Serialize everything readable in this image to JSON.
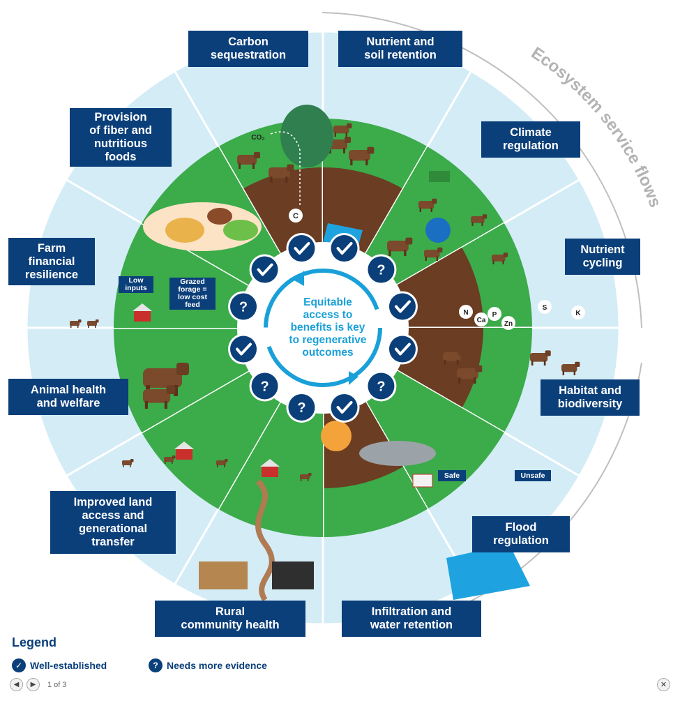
{
  "arc_label": "Ecosystem service flows",
  "center_text": "Equitable\naccess to\nbenefits is key\nto regenerative\noutcomes",
  "segments": [
    {
      "label": "Carbon\nsequestration",
      "status": "well-established"
    },
    {
      "label": "Nutrient and\nsoil retention",
      "status": "well-established"
    },
    {
      "label": "Climate\nregulation",
      "status": "needs-evidence"
    },
    {
      "label": "Nutrient\ncycling",
      "status": "well-established"
    },
    {
      "label": "Habitat and\nbiodiversity",
      "status": "well-established"
    },
    {
      "label": "Flood\nregulation",
      "status": "needs-evidence"
    },
    {
      "label": "Infiltration and\nwater retention",
      "status": "well-established"
    },
    {
      "label": "Rural\ncommunity health",
      "status": "needs-evidence"
    },
    {
      "label": "Improved land\naccess and\ngenerational\ntransfer",
      "status": "needs-evidence"
    },
    {
      "label": "Animal health\nand welfare",
      "status": "well-established"
    },
    {
      "label": "Farm\nfinancial\nresilience",
      "status": "needs-evidence"
    },
    {
      "label": "Provision\nof fiber and\nnutritious\nfoods",
      "status": "well-established"
    }
  ],
  "scene_labels": {
    "co2": "CO₂",
    "carbon": "C",
    "low_inputs": "Low\ninputs",
    "grazed_forage": "Grazed\nforage =\nlow cost\nfeed",
    "safe": "Safe",
    "unsafe": "Unsafe",
    "nutrients": [
      "N",
      "Ca",
      "P",
      "Zn",
      "S",
      "K"
    ]
  },
  "legend": {
    "title": "Legend",
    "well_established": "Well-established",
    "needs_evidence": "Needs more evidence"
  },
  "pager": {
    "text": "1 of 3"
  },
  "colors": {
    "navy": "#0b3f7a",
    "sky": "#d3ecf6",
    "grass": "#3cab4a",
    "soil": "#6b3d22",
    "accent": "#1aa0d8"
  }
}
